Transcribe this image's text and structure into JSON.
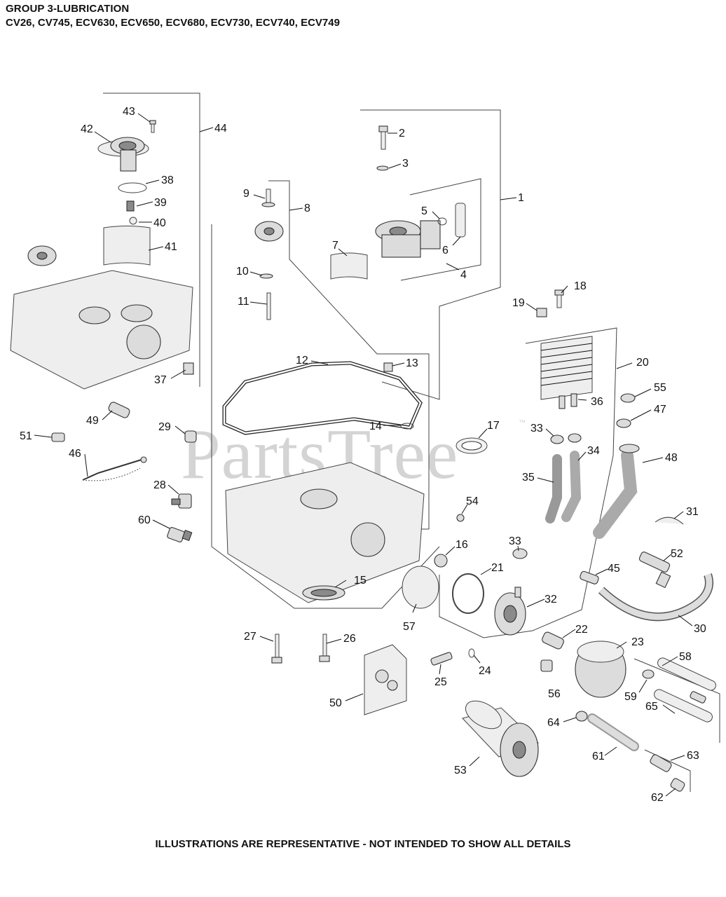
{
  "header": {
    "title": "GROUP 3-LUBRICATION",
    "models": "CV26, CV745, ECV630, ECV650, ECV680, ECV730, ECV740, ECV749"
  },
  "watermark": {
    "text": "PartsTree",
    "trademark": "™"
  },
  "footer": {
    "note": "ILLUSTRATIONS ARE REPRESENTATIVE - NOT INTENDED TO SHOW ALL DETAILS"
  },
  "callouts": {
    "c1": "1",
    "c2": "2",
    "c3": "3",
    "c4": "4",
    "c5": "5",
    "c6": "6",
    "c7": "7",
    "c8": "8",
    "c9": "9",
    "c10": "10",
    "c11": "11",
    "c12": "12",
    "c13": "13",
    "c14": "14",
    "c15": "15",
    "c16": "16",
    "c17": "17",
    "c18": "18",
    "c19": "19",
    "c20": "20",
    "c21": "21",
    "c22": "22",
    "c23": "23",
    "c24": "24",
    "c25": "25",
    "c26": "26",
    "c27": "27",
    "c28": "28",
    "c29": "29",
    "c30": "30",
    "c31": "31",
    "c32": "32",
    "c33a": "33",
    "c33b": "33",
    "c34": "34",
    "c35": "35",
    "c36": "36",
    "c37": "37",
    "c38": "38",
    "c39": "39",
    "c40": "40",
    "c41": "41",
    "c42": "42",
    "c43": "43",
    "c44": "44",
    "c45": "45",
    "c46": "46",
    "c47": "47",
    "c48": "48",
    "c49": "49",
    "c50": "50",
    "c51": "51",
    "c52": "52",
    "c53": "53",
    "c54": "54",
    "c55": "55",
    "c56": "56",
    "c57": "57",
    "c58": "58",
    "c59": "59",
    "c60": "60",
    "c61": "61",
    "c62": "62",
    "c63": "63",
    "c64": "64",
    "c65": "65"
  }
}
